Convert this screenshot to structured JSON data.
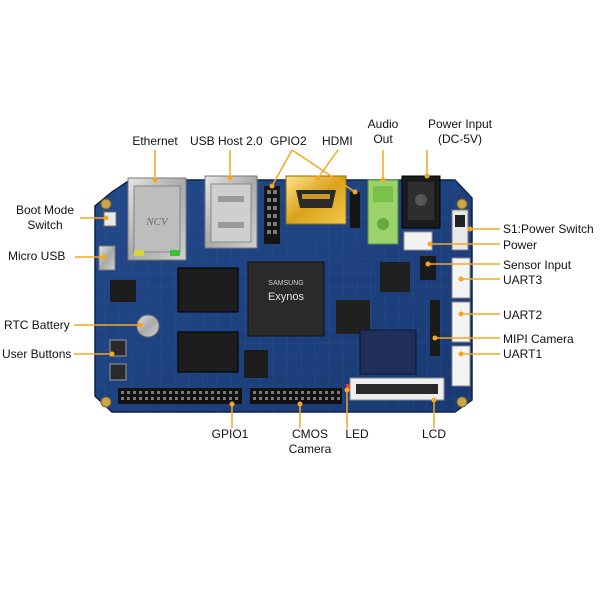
{
  "labels": {
    "ethernet": "Ethernet",
    "usb_host": "USB Host 2.0",
    "gpio2": "GPIO2",
    "hdmi": "HDMI",
    "audio_out_line1": "Audio",
    "audio_out_line2": "Out",
    "power_input_line1": "Power Input",
    "power_input_line2": "(DC-5V)",
    "boot_mode_line1": "Boot Mode",
    "boot_mode_line2": "Switch",
    "micro_usb": "Micro USB",
    "s1_power_switch": "S1:Power Switch",
    "power": "Power",
    "sensor_input": "Sensor Input",
    "uart3": "UART3",
    "uart2": "UART2",
    "rtc_battery": "RTC Battery",
    "mipi_camera": "MIPI Camera",
    "user_buttons": "User Buttons",
    "uart1": "UART1",
    "gpio1": "GPIO1",
    "cmos_camera_line1": "CMOS",
    "cmos_camera_line2": "Camera",
    "led": "LED",
    "lcd": "LCD"
  },
  "chip_text": {
    "soc_brand": "SAMSUNG",
    "soc_name": "Exynos",
    "eth_jack_text": "NCV"
  },
  "colors": {
    "pcb": "#1d3e78",
    "pcb_dark": "#132c5a",
    "leader": "#f5a623",
    "silkscreen": "#d9d9d9"
  }
}
